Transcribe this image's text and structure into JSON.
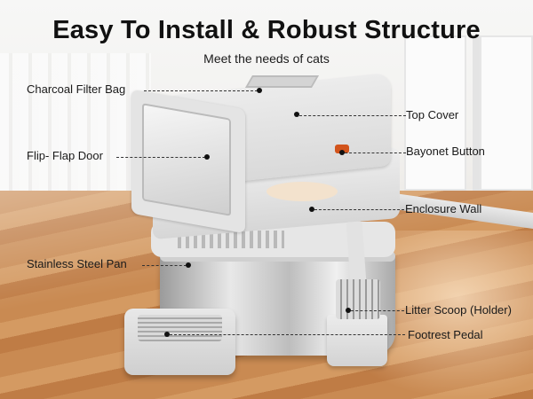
{
  "header": {
    "title": "Easy To Install & Robust Structure",
    "subtitle": "Meet the needs of cats"
  },
  "callouts": [
    {
      "label": "Charcoal Filter Bag",
      "side": "left"
    },
    {
      "label": "Flip- Flap Door",
      "side": "left"
    },
    {
      "label": "Stainless Steel Pan",
      "side": "left"
    },
    {
      "label": "Top Cover",
      "side": "right"
    },
    {
      "label": "Bayonet Button",
      "side": "right"
    },
    {
      "label": "Enclosure Wall",
      "side": "right"
    },
    {
      "label": "Litter Scoop (Holder)",
      "side": "right"
    },
    {
      "label": "Footrest Pedal",
      "side": "right"
    }
  ],
  "colors": {
    "text": "#111111",
    "bayonet_button": "#d2541c",
    "product_body": "#e4e4e4",
    "floor": "#c98a52"
  }
}
